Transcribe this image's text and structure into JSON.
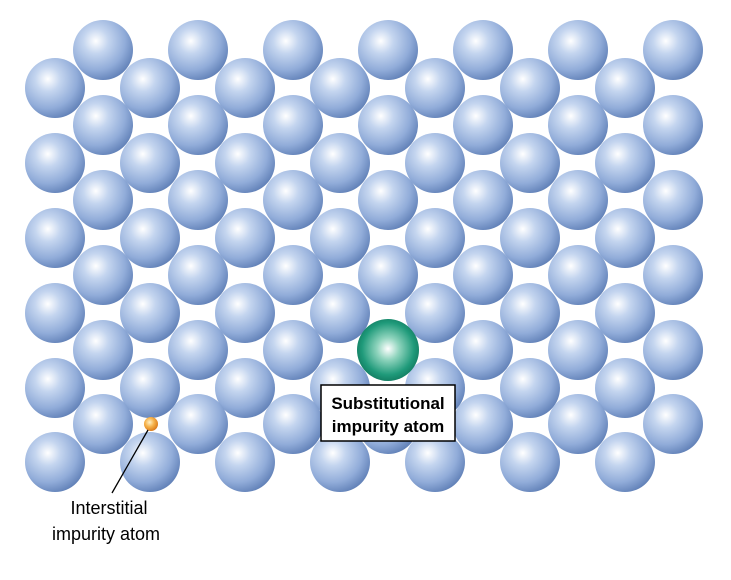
{
  "labels": {
    "substitutional_line1": "Substitutional",
    "substitutional_line2": "impurity atom",
    "interstitial_line1": "Interstitial",
    "interstitial_line2": "impurity atom"
  },
  "colors": {
    "host_atom": "#9fb9e0",
    "host_atom_highlight": "#ffffff",
    "host_atom_shade": "#5f7fb6",
    "substitutional_atom": "#1f9a7a",
    "interstitial_atom": "#f0a030",
    "leader_line": "#000000"
  }
}
